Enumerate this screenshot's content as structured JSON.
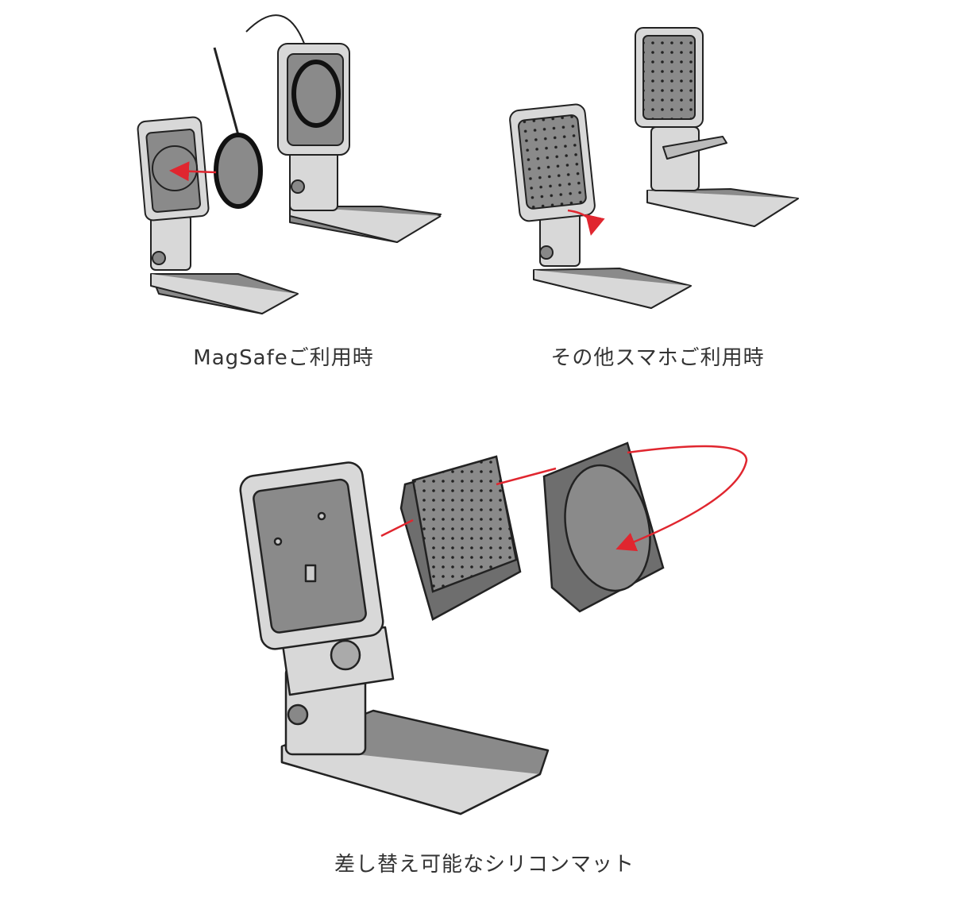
{
  "captions": {
    "magsafe": "MagSafeご利用時",
    "other_phone": "その他スマホご利用時",
    "mat": "差し替え可能なシリコンマット"
  },
  "colors": {
    "body": "#d8d8d8",
    "plate": "#8a8a8a",
    "outline": "#222222",
    "arrow": "#e0262f"
  }
}
